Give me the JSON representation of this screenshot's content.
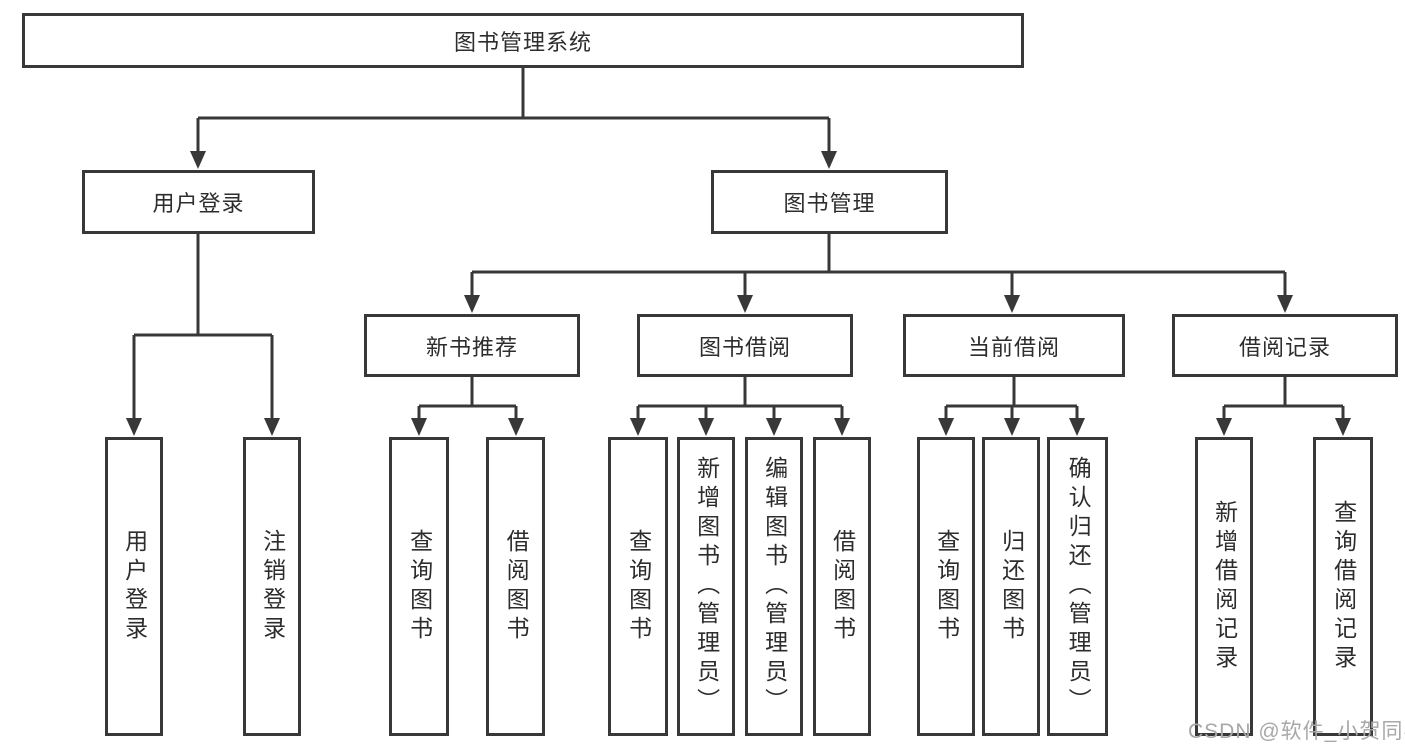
{
  "tree": {
    "label": "图书管理系统",
    "children": [
      {
        "label": "用户登录",
        "children": [
          {
            "label": "用户登录"
          },
          {
            "label": "注销登录"
          }
        ]
      },
      {
        "label": "图书管理",
        "children": [
          {
            "label": "新书推荐",
            "children": [
              {
                "label": "查询图书"
              },
              {
                "label": "借阅图书"
              }
            ]
          },
          {
            "label": "图书借阅",
            "children": [
              {
                "label": "查询图书"
              },
              {
                "label": "新增图书（管理员）"
              },
              {
                "label": "编辑图书（管理员）"
              },
              {
                "label": "借阅图书"
              }
            ]
          },
          {
            "label": "当前借阅",
            "children": [
              {
                "label": "查询图书"
              },
              {
                "label": "归还图书"
              },
              {
                "label": "确认归还（管理员）"
              }
            ]
          },
          {
            "label": "借阅记录",
            "children": [
              {
                "label": "新增借阅记录"
              },
              {
                "label": "查询借阅记录"
              }
            ]
          }
        ]
      }
    ]
  },
  "watermark": {
    "text": "CSDN @软件_小贺同学"
  },
  "colors": {
    "line": "#383838",
    "text": "#2d2d2d",
    "background": "#ffffff",
    "watermark": "#a8a8a8"
  }
}
